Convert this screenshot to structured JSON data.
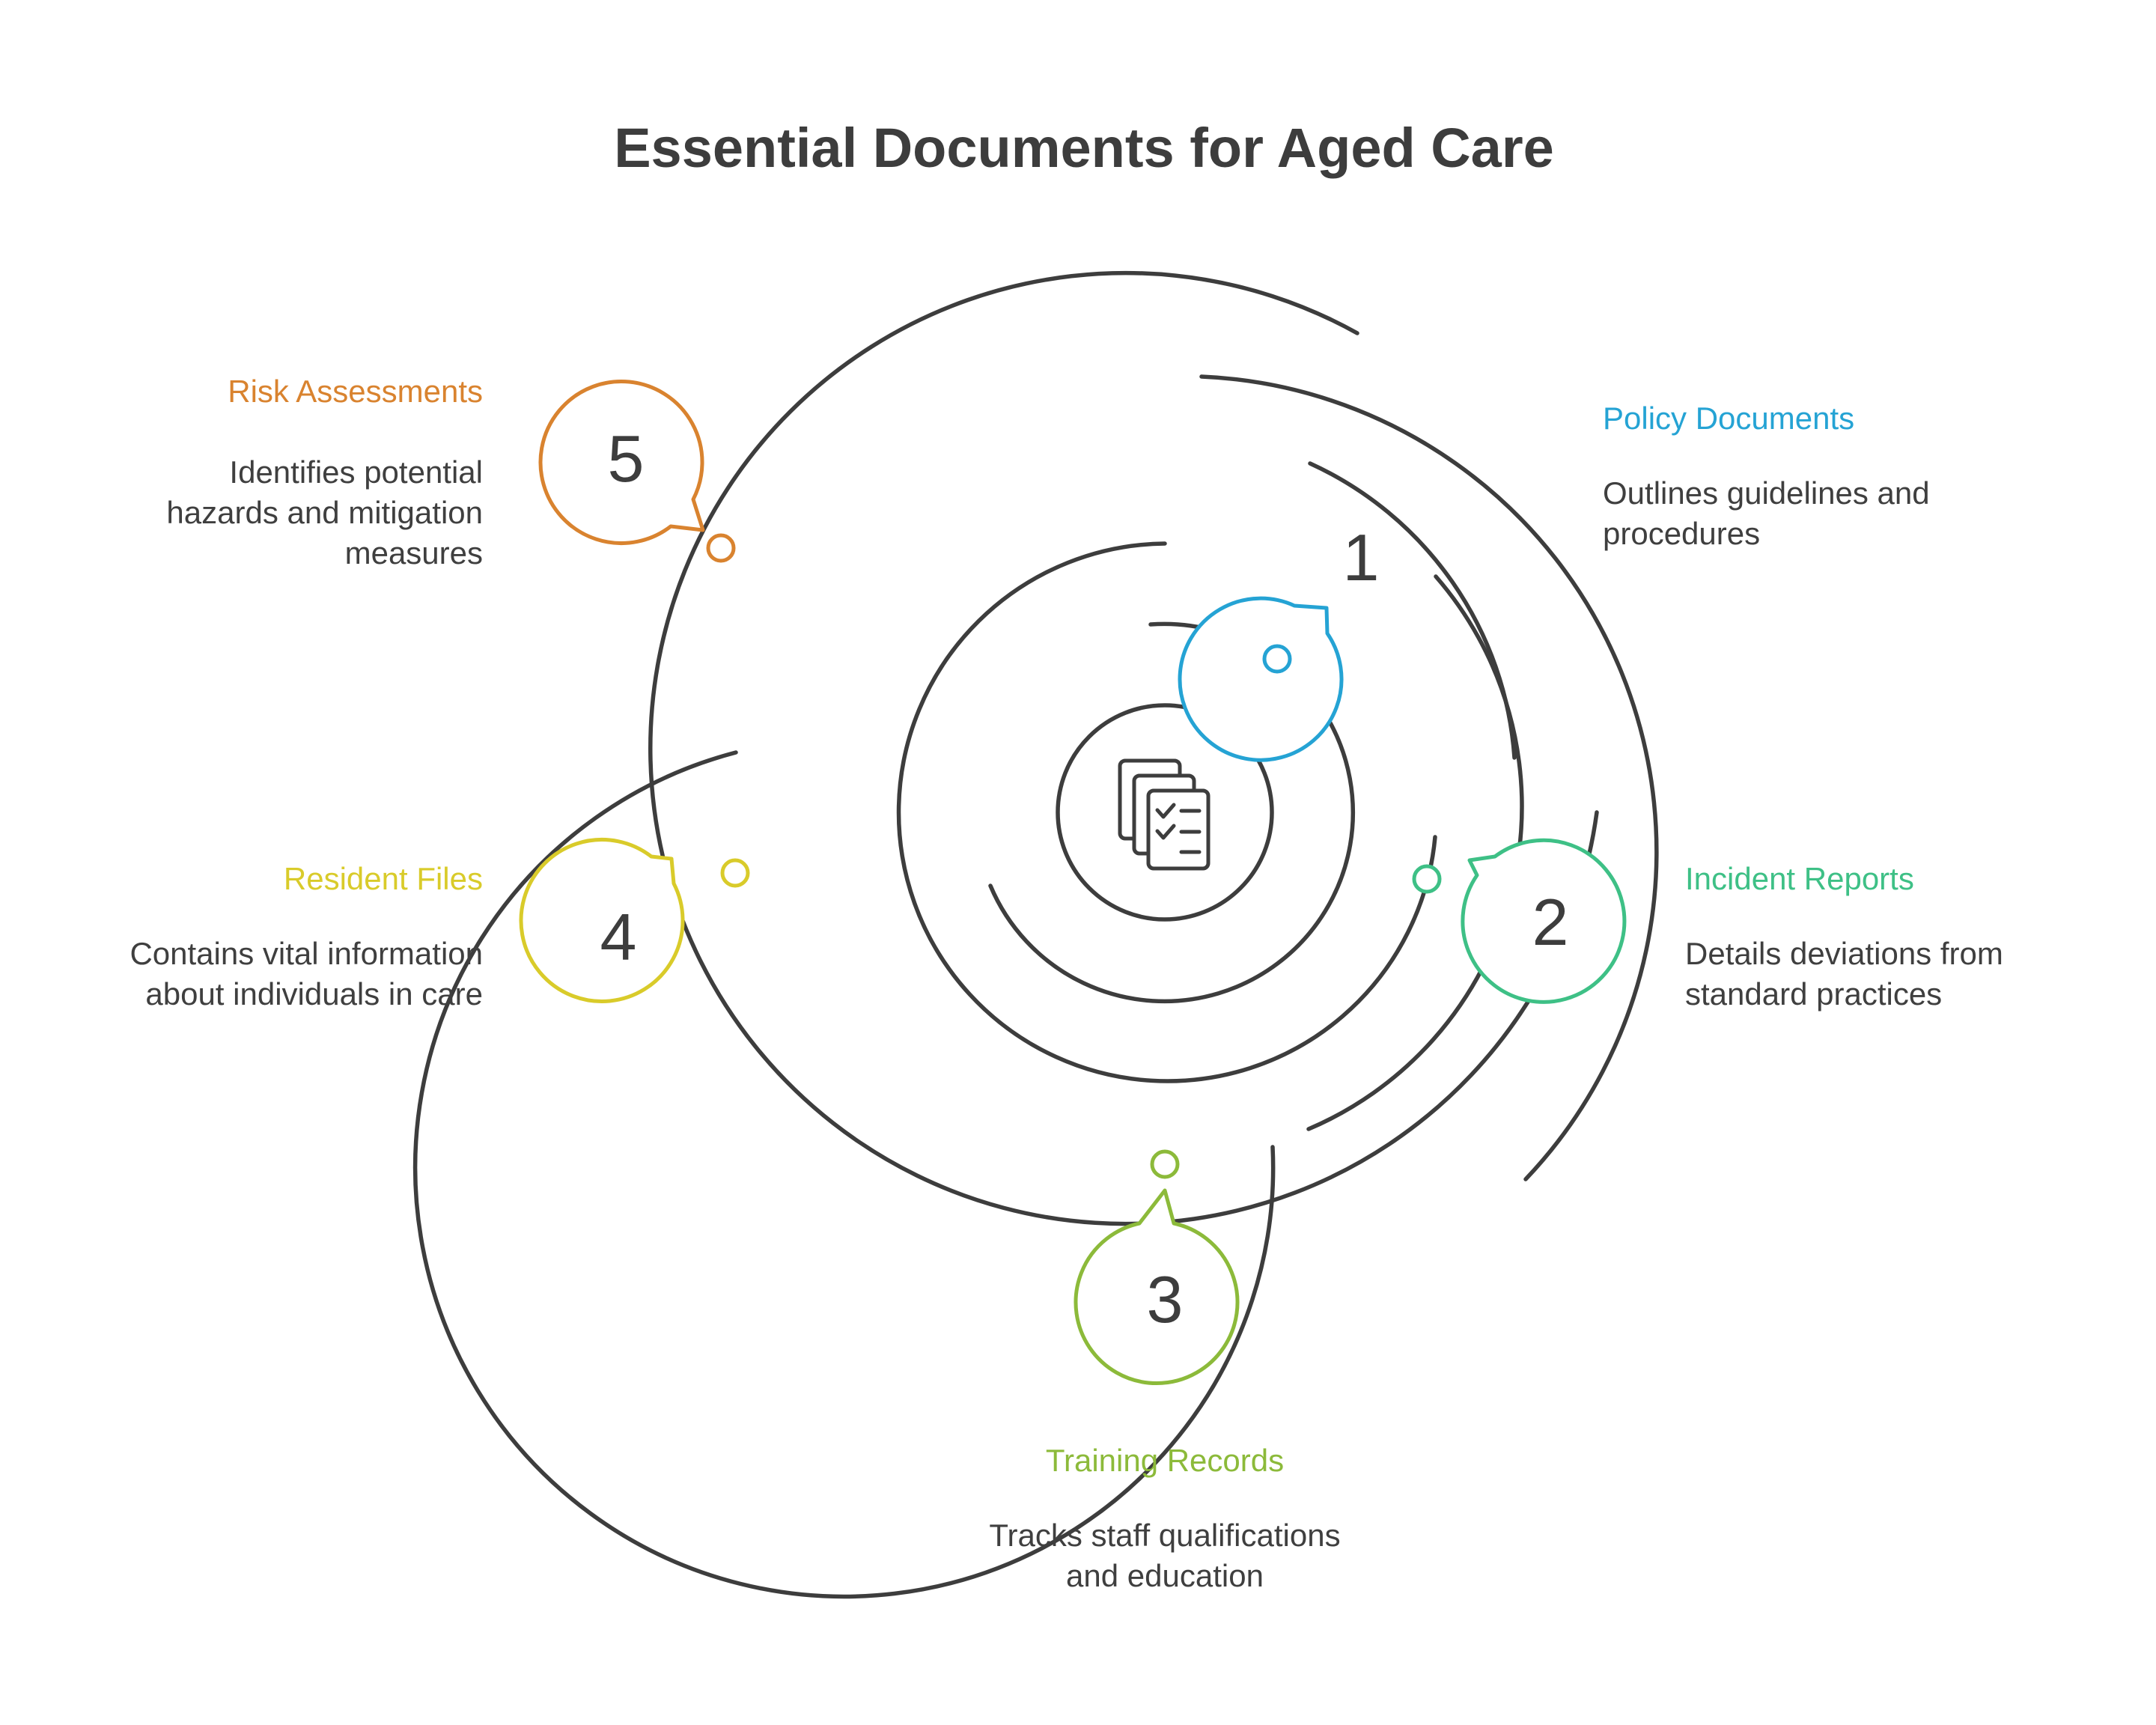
{
  "title": "Essential Documents for Aged Care",
  "center_icon": "documents-checklist-icon",
  "items": [
    {
      "number": "1",
      "title": "Policy Documents",
      "description": [
        "Outlines guidelines and",
        "procedures"
      ],
      "color": "#25a3d4"
    },
    {
      "number": "2",
      "title": "Incident Reports",
      "description": [
        "Details deviations from",
        "standard practices"
      ],
      "color": "#3ec086"
    },
    {
      "number": "3",
      "title": "Training Records",
      "description": [
        "Tracks staff qualifications",
        "and education"
      ],
      "color": "#8cba3a"
    },
    {
      "number": "4",
      "title": "Resident Files",
      "description": [
        "Contains vital information",
        "about individuals in care"
      ],
      "color": "#d9cb2a"
    },
    {
      "number": "5",
      "title": "Risk Assessments",
      "description": [
        "Identifies potential",
        "hazards and mitigation",
        "measures"
      ],
      "color": "#d9832f"
    }
  ]
}
